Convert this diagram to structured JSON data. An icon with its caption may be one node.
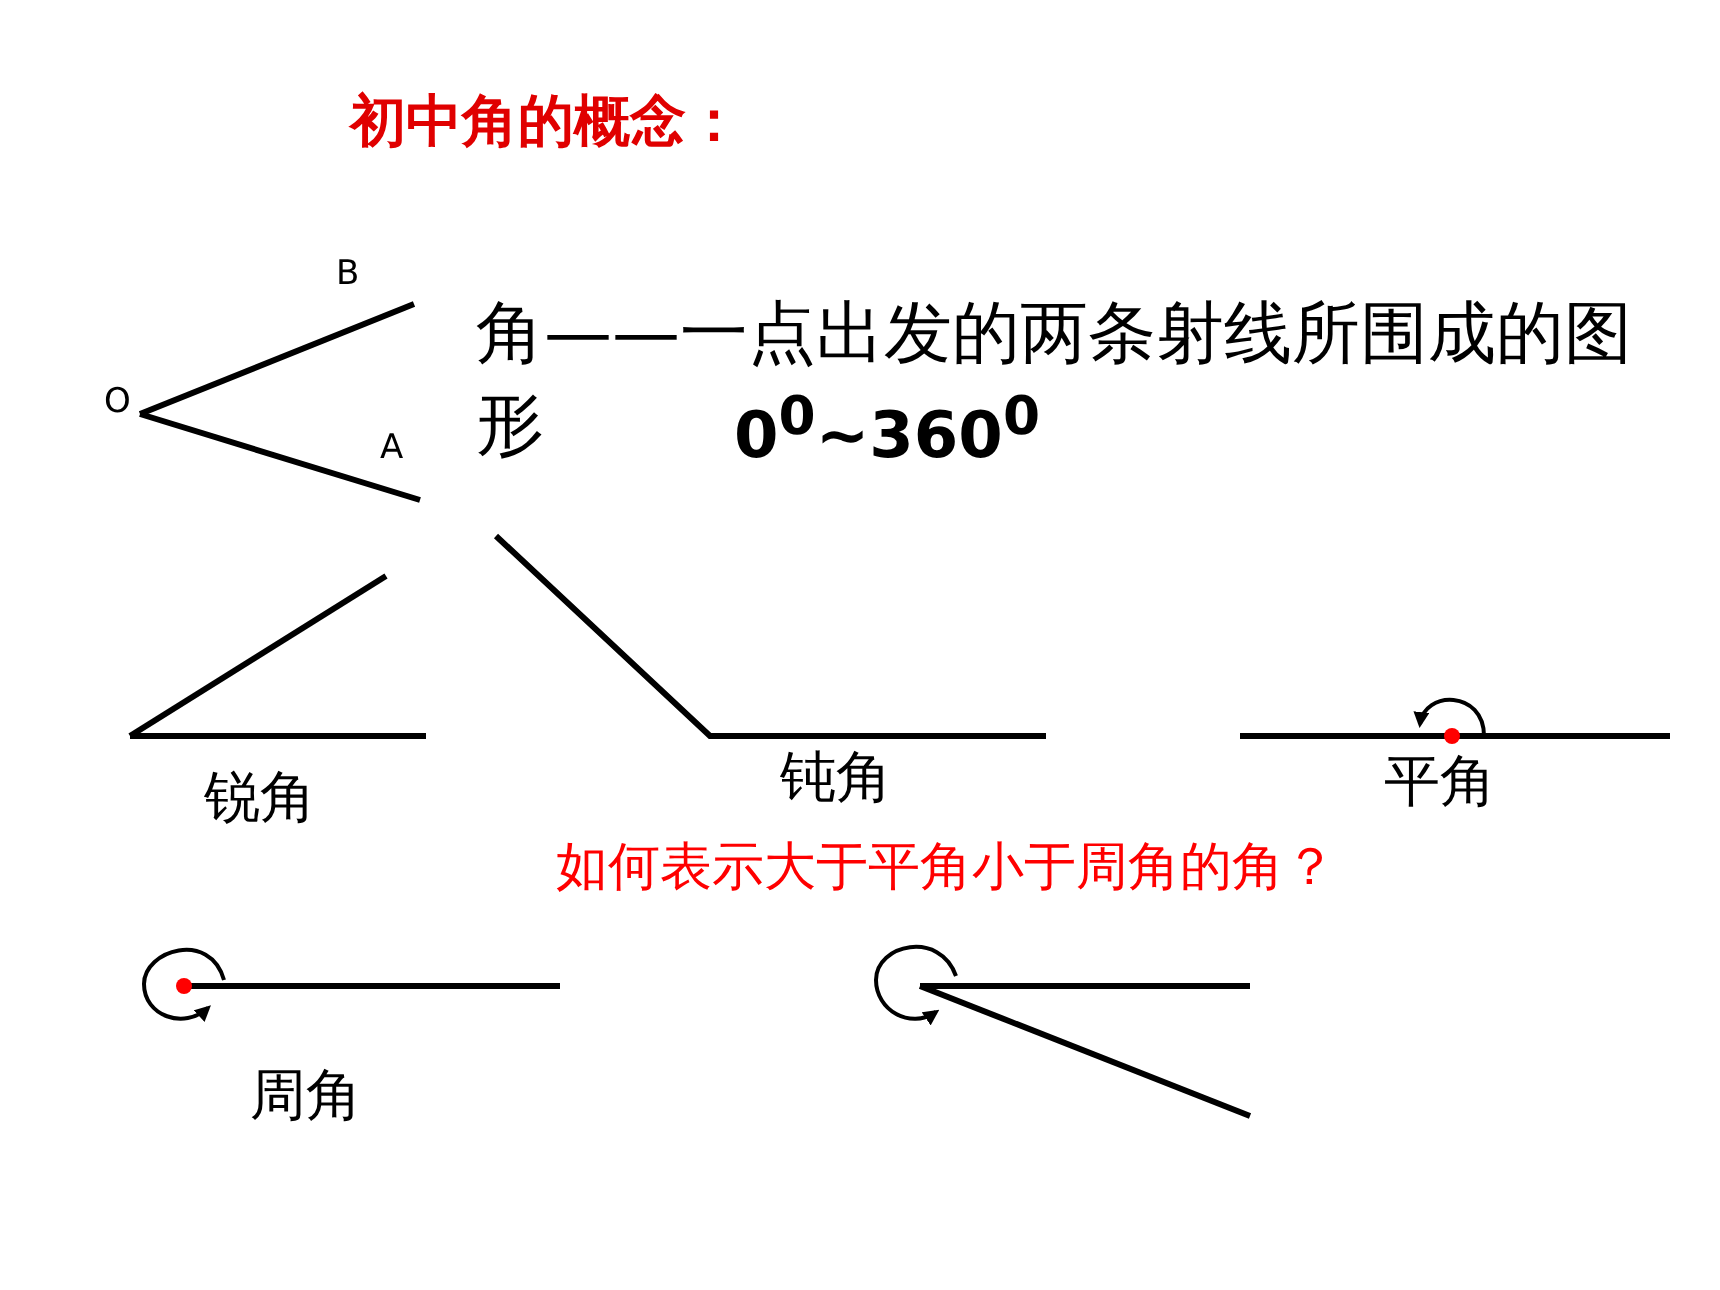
{
  "diagram": {
    "title": "初中角的概念：",
    "labels": [
      "B",
      "O",
      "A",
      "角——一点出发的两条射线所围成的图形",
      "0$^{0}$~360$^{0}$",
      "锐角",
      "钝角",
      "平角",
      "如何表示大于平角小于周角的角？",
      "周角"
    ]
  }
}
